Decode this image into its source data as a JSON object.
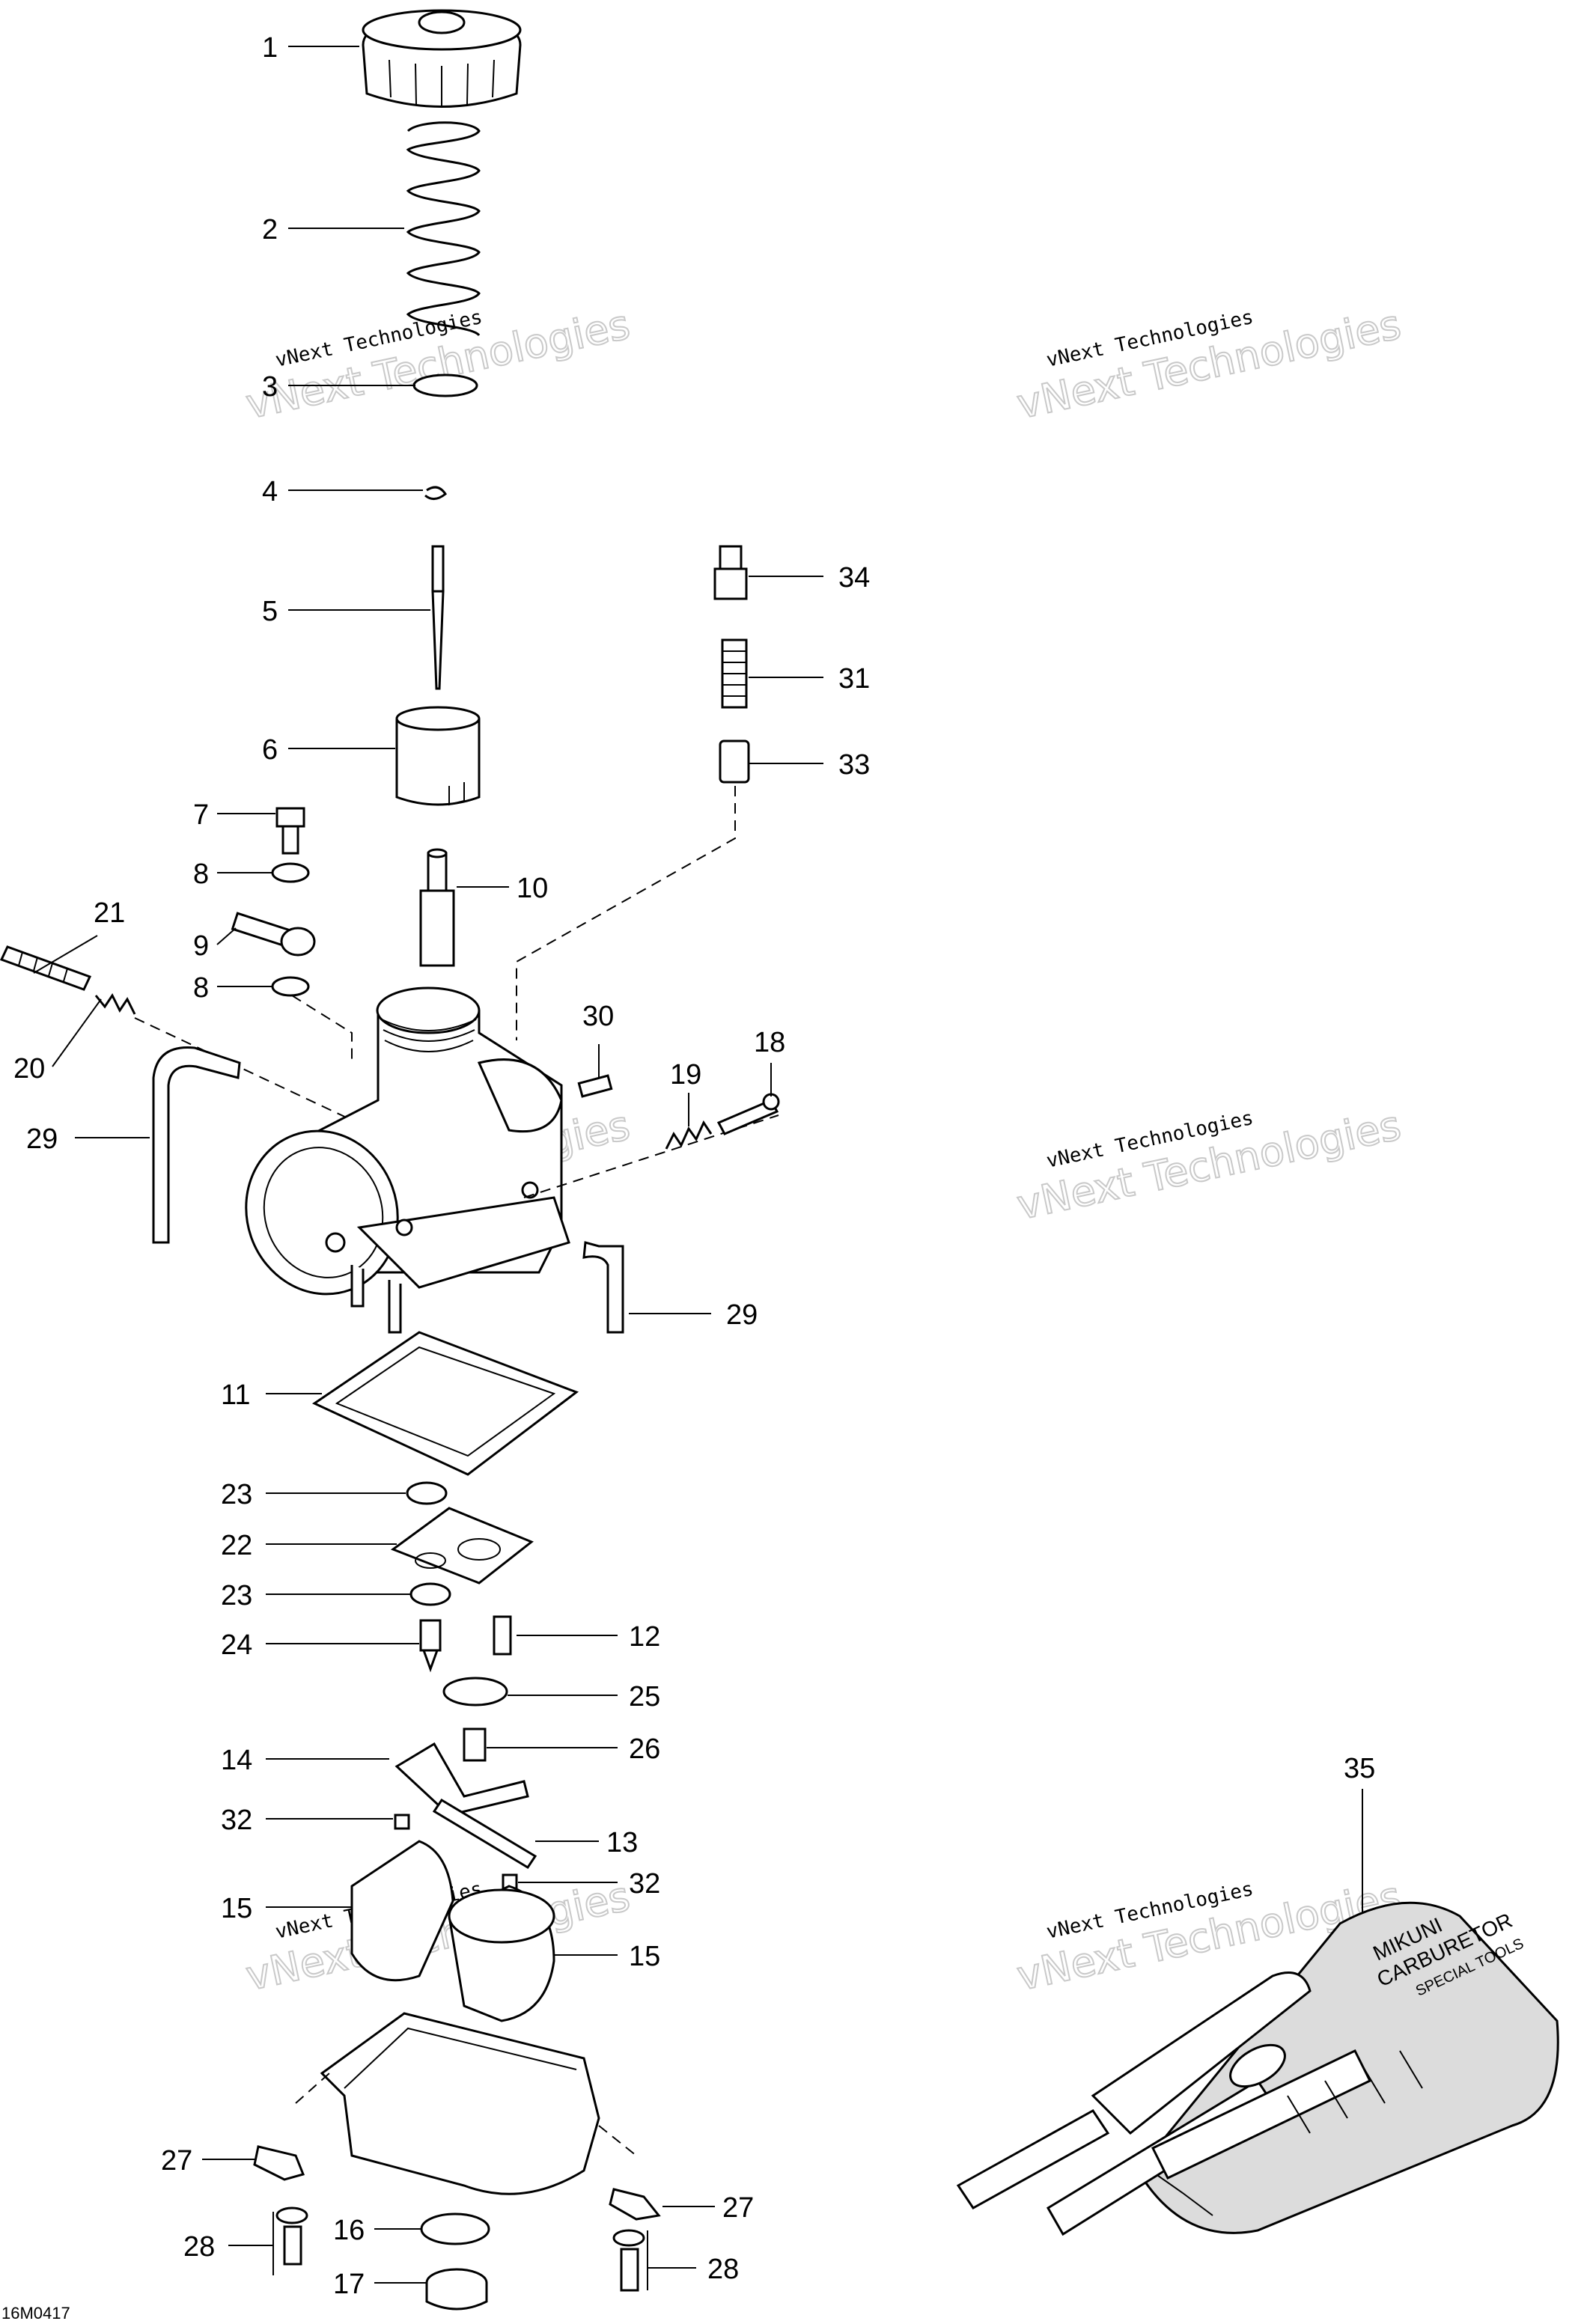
{
  "diagram_code": "16M0417",
  "watermark": {
    "line1": "vNext Technologies",
    "line2": "vNext Technologies"
  },
  "callouts": {
    "c1": "1",
    "c2": "2",
    "c3": "3",
    "c4": "4",
    "c5": "5",
    "c6": "6",
    "c7": "7",
    "c8a": "8",
    "c8b": "8",
    "c9": "9",
    "c10": "10",
    "c11": "11",
    "c12": "12",
    "c13": "13",
    "c14": "14",
    "c15a": "15",
    "c15b": "15",
    "c16": "16",
    "c17": "17",
    "c18": "18",
    "c19": "19",
    "c20": "20",
    "c21": "21",
    "c22": "22",
    "c23a": "23",
    "c23b": "23",
    "c24": "24",
    "c25": "25",
    "c26": "26",
    "c27a": "27",
    "c27b": "27",
    "c28a": "28",
    "c28b": "28",
    "c29a": "29",
    "c29b": "29",
    "c30": "30",
    "c31": "31",
    "c32a": "32",
    "c32b": "32",
    "c33": "33",
    "c34": "34",
    "c35": "35"
  },
  "tool_kit_label": {
    "line1": "MIKUNI",
    "line2": "CARBURETOR",
    "line3": "SPECIAL TOOLS"
  }
}
